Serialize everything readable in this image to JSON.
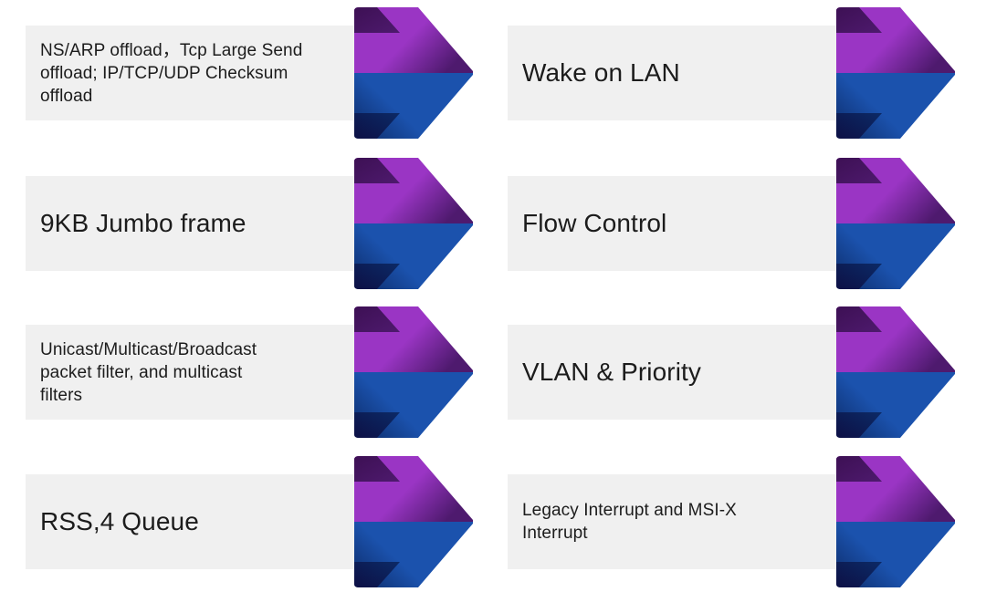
{
  "slide": {
    "layout": "two-column-arrow-list",
    "columns": 2,
    "rows": 4,
    "background_color": "#ffffff"
  },
  "theme": {
    "plate_color": "#f0f0f0",
    "text_color": "#1c1c1c",
    "arrow_top_light": "#9a35c4",
    "arrow_top_dark": "#4e1a6e",
    "arrow_top_fold": "#3d1054",
    "arrow_bottom_light": "#1b52ad",
    "arrow_bottom_dark": "#0c2a66",
    "arrow_bottom_fold": "#0d1045"
  },
  "items": [
    {
      "id": "ns-arp-offload",
      "column": "left",
      "row": 1,
      "size": "small",
      "text": "NS/ARP offload，Tcp Large Send\noffload; IP/TCP/UDP Checksum\noffload"
    },
    {
      "id": "wake-on-lan",
      "column": "right",
      "row": 1,
      "size": "big",
      "text": "Wake on LAN"
    },
    {
      "id": "jumbo-frame",
      "column": "left",
      "row": 2,
      "size": "big",
      "text": "9KB Jumbo frame"
    },
    {
      "id": "flow-control",
      "column": "right",
      "row": 2,
      "size": "big",
      "text": "Flow Control"
    },
    {
      "id": "packet-filter",
      "column": "left",
      "row": 3,
      "size": "small",
      "text": "Unicast/Multicast/Broadcast\npacket filter, and multicast\nfilters"
    },
    {
      "id": "vlan-priority",
      "column": "right",
      "row": 3,
      "size": "big",
      "text": "VLAN & Priority"
    },
    {
      "id": "rss-queue",
      "column": "left",
      "row": 4,
      "size": "big",
      "text": "RSS,4 Queue"
    },
    {
      "id": "interrupts",
      "column": "right",
      "row": 4,
      "size": "small",
      "text": "Legacy Interrupt and MSI-X\nInterrupt"
    }
  ]
}
